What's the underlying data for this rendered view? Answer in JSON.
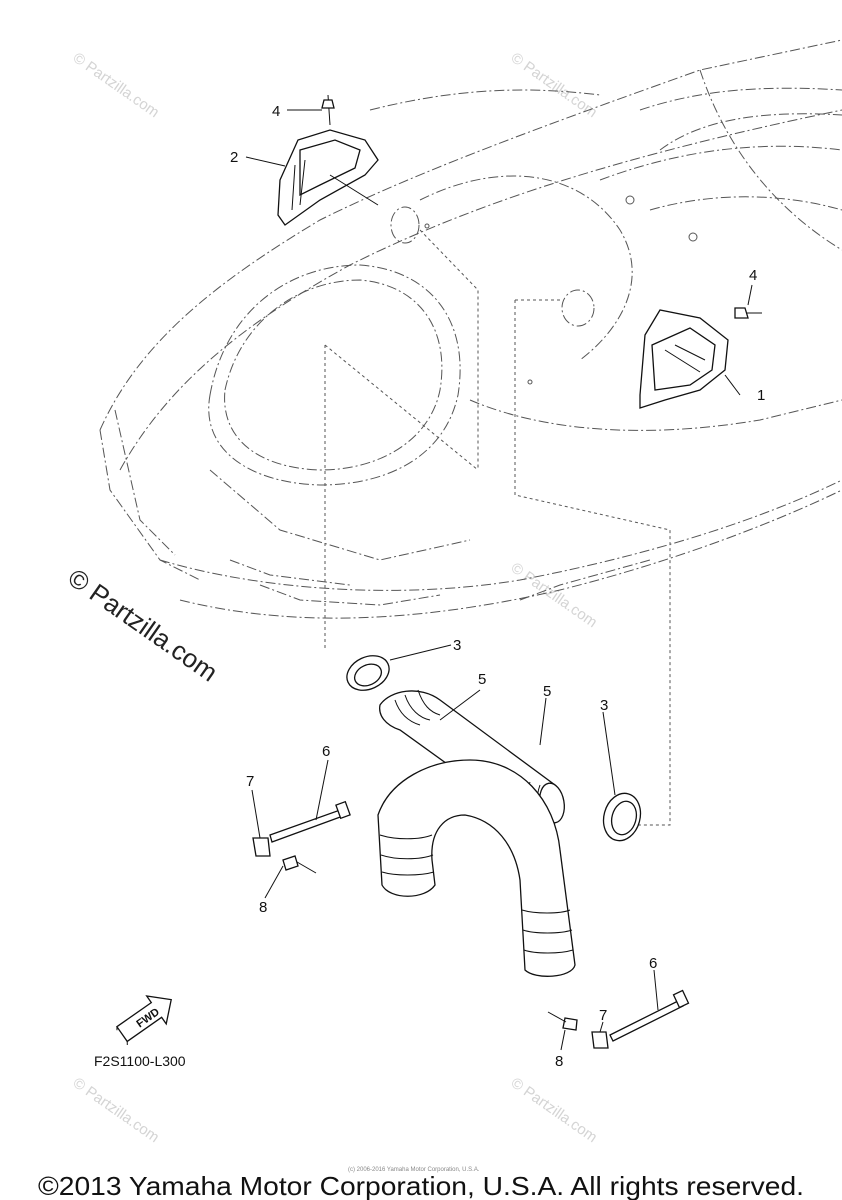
{
  "watermarks": {
    "small": "© Partzilla.com",
    "large": "© Partzilla.com"
  },
  "callouts": {
    "c1": "1",
    "c2": "2",
    "c3a": "3",
    "c3b": "3",
    "c4a": "4",
    "c4b": "4",
    "c5a": "5",
    "c5b": "5",
    "c6a": "6",
    "c6b": "6",
    "c7a": "7",
    "c7b": "7",
    "c8a": "8",
    "c8b": "8"
  },
  "fwd_label": "FWD",
  "diagram_code": "F2S1100-L300",
  "tiny_copyright": "(c) 2006-2016 Yamaha Motor Corporation, U.S.A.",
  "copyright": "©2013 Yamaha Motor Corporation, U.S.A. All rights reserved."
}
